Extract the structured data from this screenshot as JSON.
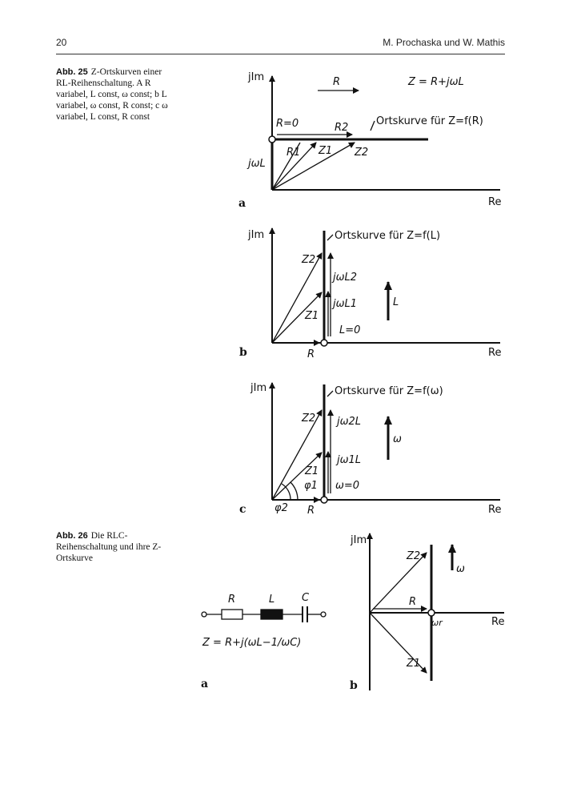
{
  "header": {
    "page_number": "20",
    "authors": "M. Prochaska und W. Mathis"
  },
  "fig25": {
    "number": "Abb. 25",
    "caption": "Z-Ortskurven einer RL-Reihenschaltung. A R variabel, L const, ω const; b L variabel, ω const, R const; c ω variabel, L const, R const",
    "a": {
      "panel": "a",
      "y_axis": "jIm",
      "x_axis": "Re",
      "arrow_label": "R",
      "formula": "Z = R+jωL",
      "locus": "Ortskurve für Z=f(R)",
      "r0": "R=0",
      "r1": "R1",
      "r2": "R2",
      "z1": "Z1",
      "z2": "Z2",
      "jwl": "jωL"
    },
    "b": {
      "panel": "b",
      "y_axis": "jIm",
      "x_axis": "Re",
      "locus": "Ortskurve für Z=f(L)",
      "z2": "Z2",
      "z1": "Z1",
      "jwl2": "jωL2",
      "jwl1": "jωL1",
      "var": "L",
      "l0": "L=0",
      "r": "R"
    },
    "c": {
      "panel": "c",
      "y_axis": "jIm",
      "x_axis": "Re",
      "locus": "Ortskurve für Z=f(ω)",
      "z2": "Z2",
      "z1": "Z1",
      "jw2l": "jω2L",
      "jw1l": "jω1L",
      "var": "ω",
      "w0": "ω=0",
      "phi1": "φ1",
      "phi2": "φ2",
      "r": "R"
    }
  },
  "fig26": {
    "number": "Abb. 26",
    "caption": "Die RLC-Reihenschaltung und ihre Z-Ortskurve",
    "a": {
      "panel": "a",
      "r": "R",
      "l": "L",
      "c": "C",
      "formula": "Z = R+j(ωL−1/ωC)"
    },
    "b": {
      "panel": "b",
      "y_axis": "jIm",
      "x_axis": "Re",
      "z2": "Z2",
      "z1": "Z1",
      "r": "R",
      "wr": "ωr",
      "var": "ω"
    }
  }
}
